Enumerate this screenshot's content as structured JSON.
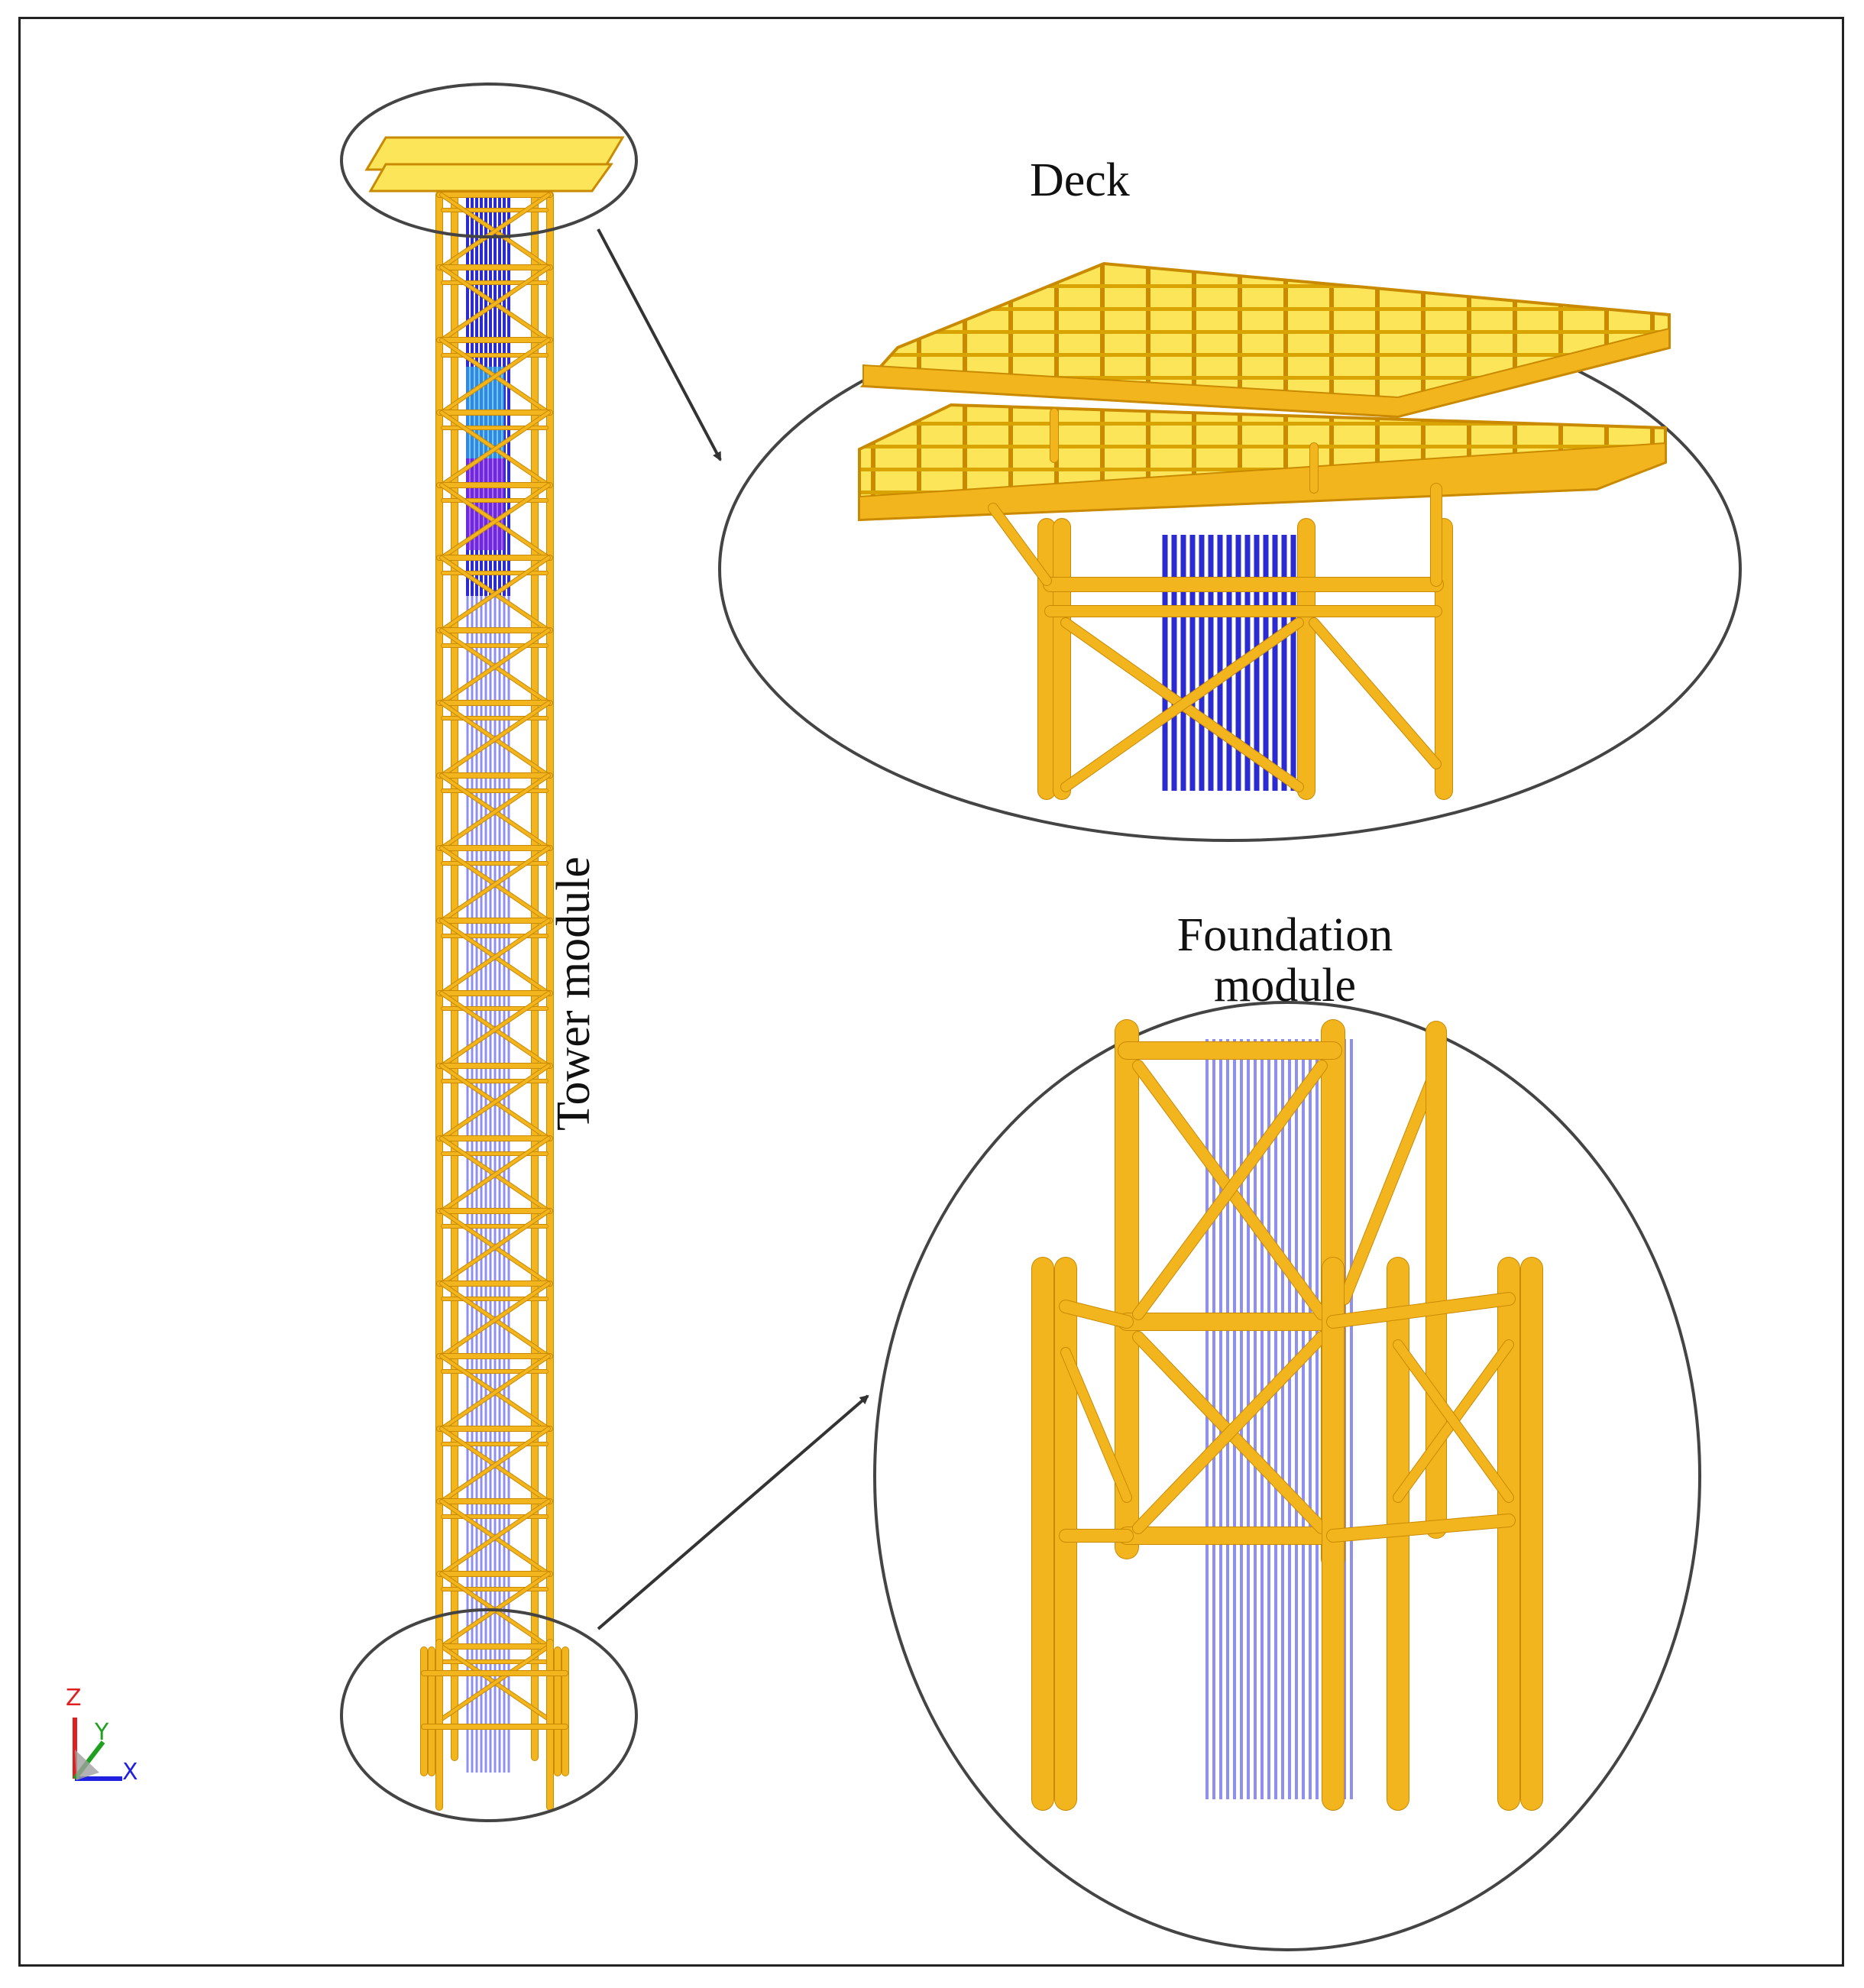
{
  "labels": {
    "deck": "Deck",
    "foundation_line1": "Foundation",
    "foundation_line2": "module",
    "tower": "Tower module"
  },
  "axis_triad": {
    "z": "Z",
    "y": "Y",
    "x": "X"
  },
  "colors": {
    "steel": "#f3b51e",
    "steel_dark": "#c98a00",
    "deck_top": "#fde55a",
    "riser_blue": "#2b2bd1",
    "riser_light": "#8f8ff0",
    "riser_cyan": "#33b0e8",
    "riser_purple": "#8a2be2",
    "outline": "#333333"
  }
}
